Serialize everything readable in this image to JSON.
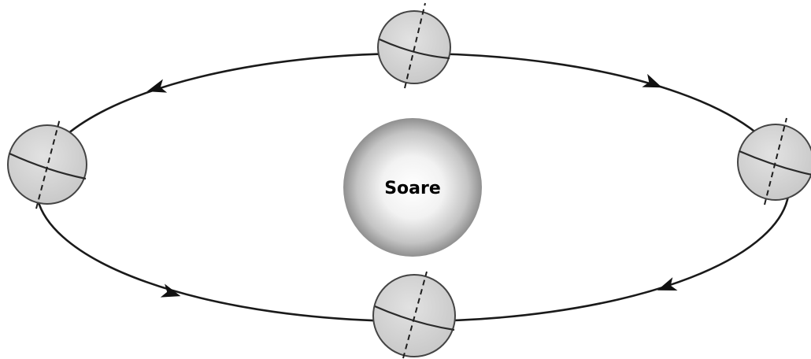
{
  "sun": {
    "label": "Soare"
  },
  "colors": {
    "orbit": "#1a1a1a",
    "earth_fill": "#d6d6d6",
    "sun_center": "#ffffff",
    "sun_edge": "#8f8f8f"
  },
  "earth_positions": [
    "top",
    "left",
    "right",
    "bottom"
  ],
  "orbit_direction": "counter-clockwise"
}
